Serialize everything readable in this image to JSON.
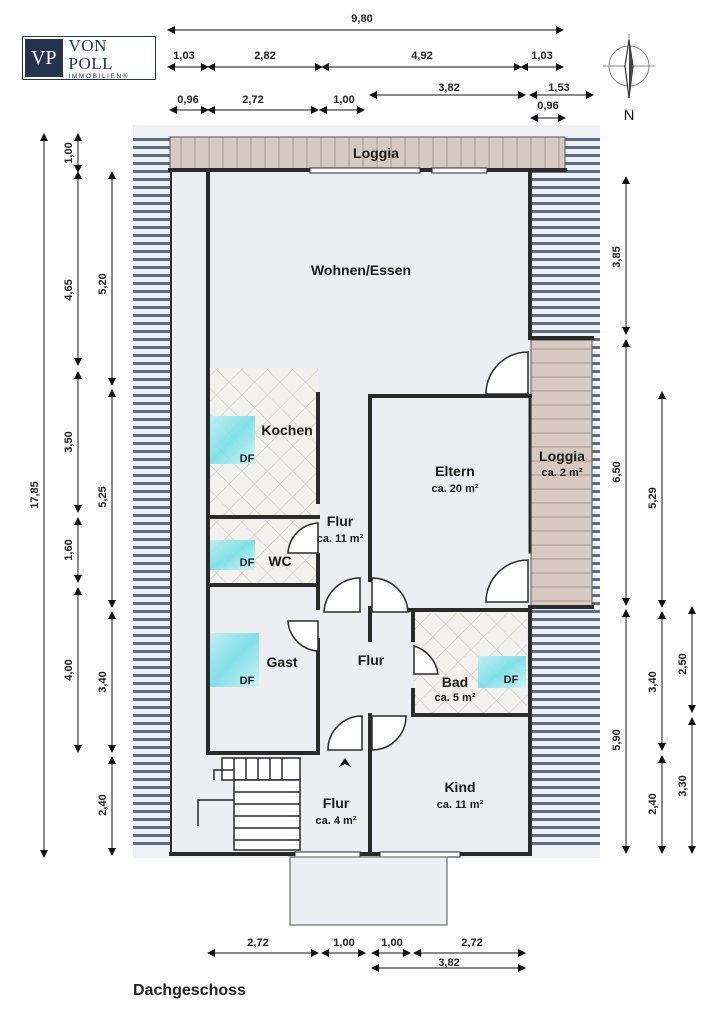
{
  "logo": {
    "mark": "VP",
    "name": "VON POLL",
    "sub": "IMMOBILIEN®"
  },
  "compass": {
    "north": "N"
  },
  "caption": "Dachgeschoss",
  "rooms": {
    "loggia_top": {
      "name": "Loggia"
    },
    "wohnen": {
      "name": "Wohnen/Essen"
    },
    "kochen": {
      "name": "Kochen"
    },
    "eltern": {
      "name": "Eltern",
      "area": "ca. 20 m²"
    },
    "loggia_right": {
      "name": "Loggia",
      "area": "ca. 2 m²"
    },
    "flur_upper": {
      "name": "Flur",
      "area": "ca. 11 m²"
    },
    "wc": {
      "name": "WC"
    },
    "gast": {
      "name": "Gast"
    },
    "flur_mid": {
      "name": "Flur"
    },
    "bad": {
      "name": "Bad",
      "area": "ca. 5 m²"
    },
    "flur_lower": {
      "name": "Flur",
      "area": "ca. 4 m²"
    },
    "kind": {
      "name": "Kind",
      "area": "ca. 11 m²"
    }
  },
  "df_label": "DF",
  "dimensions": {
    "top_total": "9,80",
    "top_row1": [
      "1,03",
      "2,82",
      "4,92",
      "1,03"
    ],
    "top_row2": [
      "0,96",
      "2,72",
      "1,00",
      "3,82",
      "1,53",
      "0,96"
    ],
    "left_total": "17,85",
    "left_outer": [
      "1,00",
      "4,65",
      "3,50",
      "1,60",
      "4,00"
    ],
    "left_inner": [
      "5,20",
      "5,25",
      "3,40",
      "2,40"
    ],
    "right_outer": [
      "3,85",
      "6,50",
      "5,90"
    ],
    "right_mid": [
      "5,29",
      "3,40",
      "2,40"
    ],
    "right_far": [
      "2,50",
      "3,30"
    ],
    "bottom_row1": [
      "2,72",
      "1,00",
      "1,00",
      "2,72"
    ],
    "bottom_row2": "3,82"
  }
}
